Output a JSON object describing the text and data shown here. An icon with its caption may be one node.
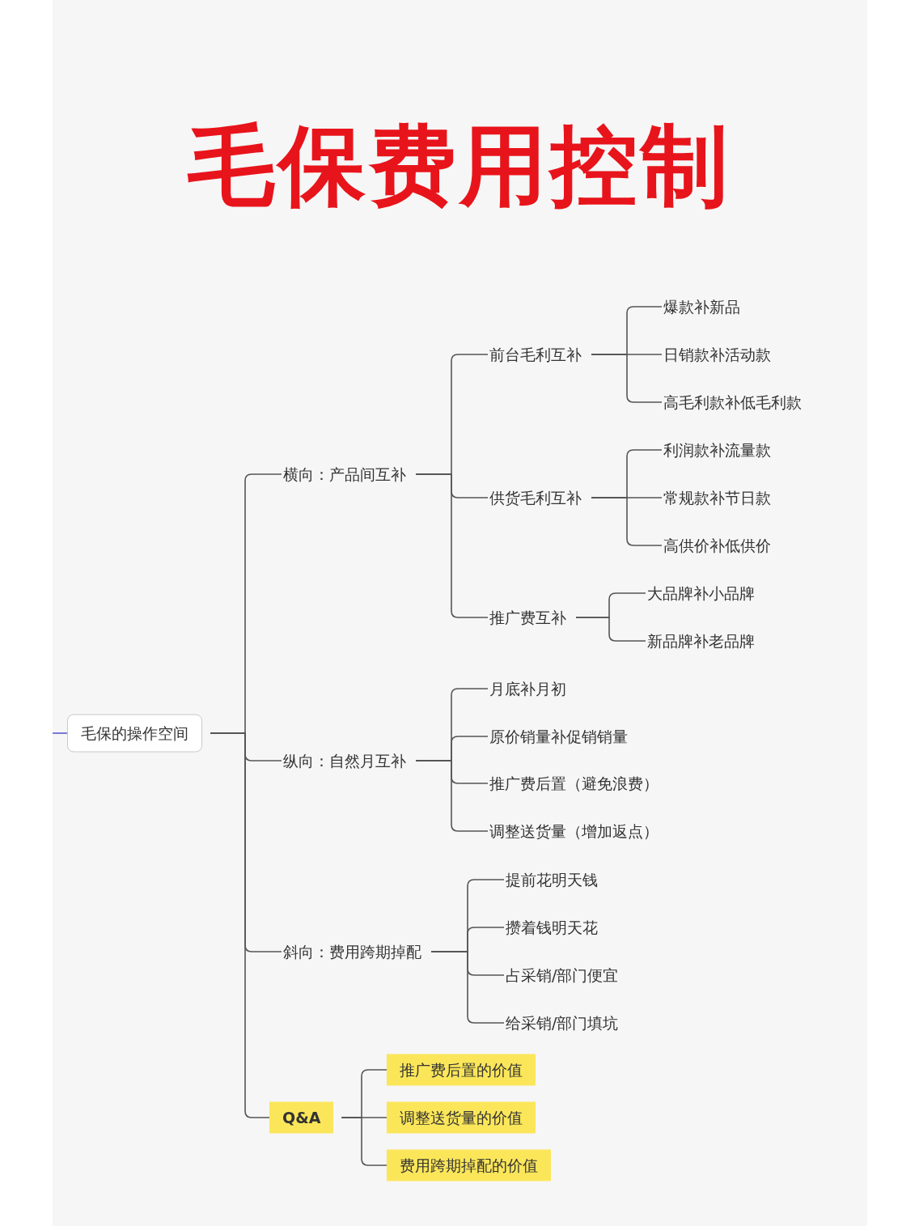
{
  "diagram": {
    "title": "毛保费用控制",
    "nodes": [
      {
        "text": [
          "毛保的操作空间"
        ]
      },
      {
        "text": [
          "横向：产品间互补"
        ]
      },
      {
        "text": [
          "前台毛利互补"
        ]
      },
      {
        "text": [
          "爆款补新品"
        ]
      },
      {
        "text": [
          "日销款补活动款"
        ]
      },
      {
        "text": [
          "高毛利款补低毛利款"
        ]
      },
      {
        "text": [
          "供货毛利互补"
        ]
      },
      {
        "text": [
          "利润款补流量款"
        ]
      },
      {
        "text": [
          "常规款补节日款"
        ]
      },
      {
        "text": [
          "高供价补低供价"
        ]
      },
      {
        "text": [
          "推广费互补"
        ]
      },
      {
        "text": [
          "大品牌补小品牌"
        ]
      },
      {
        "text": [
          "新品牌补老品牌"
        ]
      },
      {
        "text": [
          "纵向：自然月互补"
        ]
      },
      {
        "text": [
          "月底补月初"
        ]
      },
      {
        "text": [
          "原价销量补促销销量"
        ]
      },
      {
        "text": [
          "推广费后置（避免浪费）"
        ]
      },
      {
        "text": [
          "调整送货量（增加返点）"
        ]
      },
      {
        "text": [
          "斜向：费用跨期掉配"
        ]
      },
      {
        "text": [
          "提前花明天钱"
        ]
      },
      {
        "text": [
          "攒着钱明天花"
        ]
      },
      {
        "text": [
          "占采销/部门便宜"
        ]
      },
      {
        "text": [
          "给采销/部门填坑"
        ]
      },
      {
        "text": [
          "Q&A"
        ]
      },
      {
        "text": [
          "推广费后置的价值"
        ]
      },
      {
        "text": [
          "调整送货量的价值"
        ]
      },
      {
        "text": [
          "费用跨期掉配的价值"
        ]
      }
    ],
    "edges": [
      {
        "from": null,
        "to": 0,
        "arrow": "none",
        "color": "#5a5ad0"
      },
      {
        "from": 0,
        "to": 1,
        "arrow": "none"
      },
      {
        "from": 0,
        "to": 13,
        "arrow": "none"
      },
      {
        "from": 0,
        "to": 18,
        "arrow": "none"
      },
      {
        "from": 0,
        "to": 23,
        "arrow": "none"
      },
      {
        "from": 1,
        "to": 2,
        "arrow": "none"
      },
      {
        "from": 1,
        "to": 6,
        "arrow": "none"
      },
      {
        "from": 1,
        "to": 10,
        "arrow": "none"
      },
      {
        "from": 2,
        "to": 3,
        "arrow": "none"
      },
      {
        "from": 2,
        "to": 4,
        "arrow": "none"
      },
      {
        "from": 2,
        "to": 5,
        "arrow": "none"
      },
      {
        "from": 6,
        "to": 7,
        "arrow": "none"
      },
      {
        "from": 6,
        "to": 8,
        "arrow": "none"
      },
      {
        "from": 6,
        "to": 9,
        "arrow": "none"
      },
      {
        "from": 10,
        "to": 11,
        "arrow": "none"
      },
      {
        "from": 10,
        "to": 12,
        "arrow": "none"
      },
      {
        "from": 13,
        "to": 14,
        "arrow": "none"
      },
      {
        "from": 13,
        "to": 15,
        "arrow": "none"
      },
      {
        "from": 13,
        "to": 16,
        "arrow": "none"
      },
      {
        "from": 13,
        "to": 17,
        "arrow": "none"
      },
      {
        "from": 18,
        "to": 19,
        "arrow": "none"
      },
      {
        "from": 18,
        "to": 20,
        "arrow": "none"
      },
      {
        "from": 18,
        "to": 21,
        "arrow": "none"
      },
      {
        "from": 18,
        "to": 22,
        "arrow": "none"
      },
      {
        "from": 23,
        "to": 24,
        "arrow": "none"
      },
      {
        "from": 23,
        "to": 25,
        "arrow": "none"
      },
      {
        "from": 23,
        "to": 26,
        "arrow": "none"
      }
    ]
  }
}
